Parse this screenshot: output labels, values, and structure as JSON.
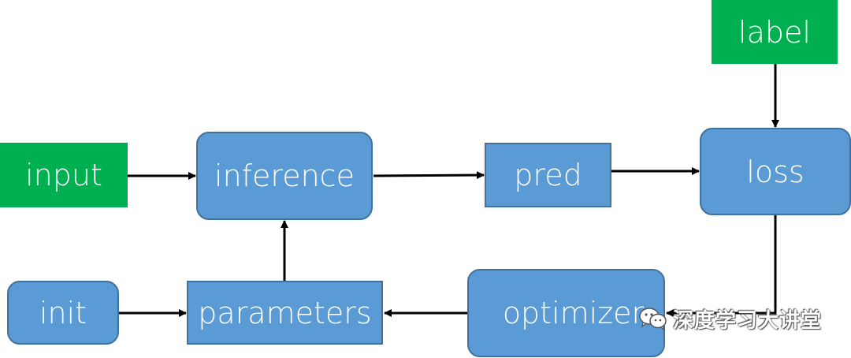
{
  "nodes": {
    "input": "input",
    "label": "label",
    "inference": "inference",
    "pred": "pred",
    "loss": "loss",
    "init": "init",
    "parameters": "parameters",
    "optimizer": "optimizer"
  },
  "watermark": {
    "text": "深度学习大讲堂",
    "icon": "wechat-icon"
  },
  "colors": {
    "data_node": "#00b050",
    "process_node": "#5b9bd5",
    "process_border": "#41719c",
    "arrow": "#000000"
  }
}
